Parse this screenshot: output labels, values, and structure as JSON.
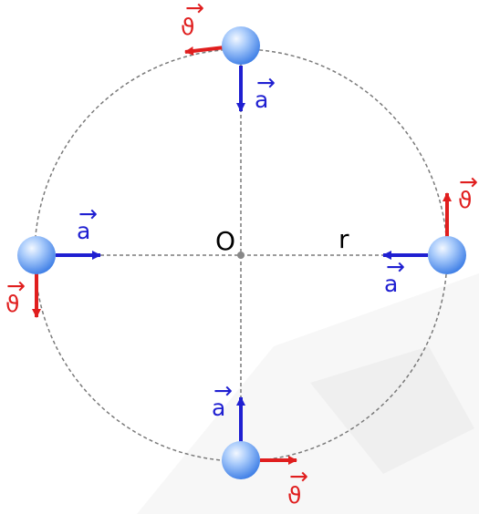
{
  "diagram": {
    "labels": {
      "center": "O",
      "radius": "r",
      "acceleration": "a",
      "velocity": "ϑ"
    },
    "colors": {
      "acceleration": "#1f1fd1",
      "velocity": "#e01e1e",
      "circle": "#7a7a7a",
      "ball_light": "#dbe9ff",
      "ball_mid": "#7fb0f4",
      "ball_dark": "#3d7be0",
      "watermark": "#f1f1f1"
    },
    "positions": [
      {
        "name": "top",
        "acceleration_dir": "down",
        "velocity_dir": "left"
      },
      {
        "name": "left",
        "acceleration_dir": "right",
        "velocity_dir": "down"
      },
      {
        "name": "right",
        "acceleration_dir": "left",
        "velocity_dir": "up"
      },
      {
        "name": "bottom",
        "acceleration_dir": "up",
        "velocity_dir": "right"
      }
    ]
  }
}
